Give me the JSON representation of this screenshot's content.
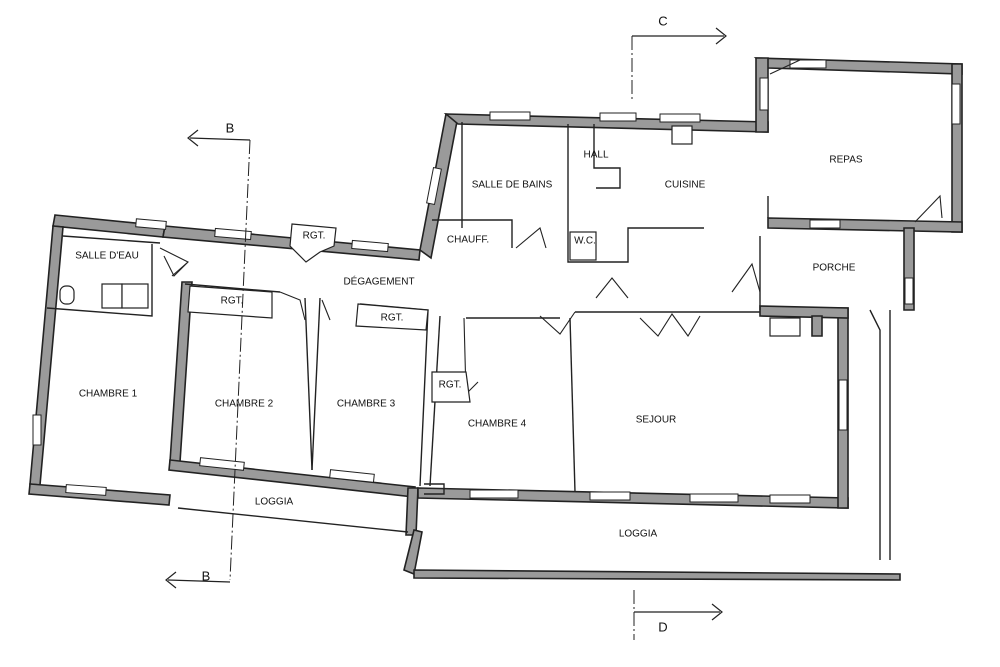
{
  "rooms": {
    "salle_eau": "SALLE D'EAU",
    "chambre1": "CHAMBRE 1",
    "chambre2": "CHAMBRE 2",
    "chambre3": "CHAMBRE 3",
    "chambre4": "CHAMBRE 4",
    "degagement": "DÉGAGEMENT",
    "salle_bains": "SALLE DE BAINS",
    "chauff": "CHAUFF.",
    "hall": "HALL",
    "cuisine": "CUISINE",
    "wc": "W.C.",
    "repas": "REPAS",
    "porche": "PORCHE",
    "sejour": "SEJOUR",
    "loggia_left": "LOGGIA",
    "loggia_right": "LOGGIA"
  },
  "storage": {
    "rgt_top": "RGT.",
    "rgt_ch2": "RGT.",
    "rgt_ch3": "RGT.",
    "rgt_ch4": "RGT."
  },
  "sections": {
    "b_top": "B",
    "b_bottom": "B",
    "c": "C",
    "d": "D"
  }
}
